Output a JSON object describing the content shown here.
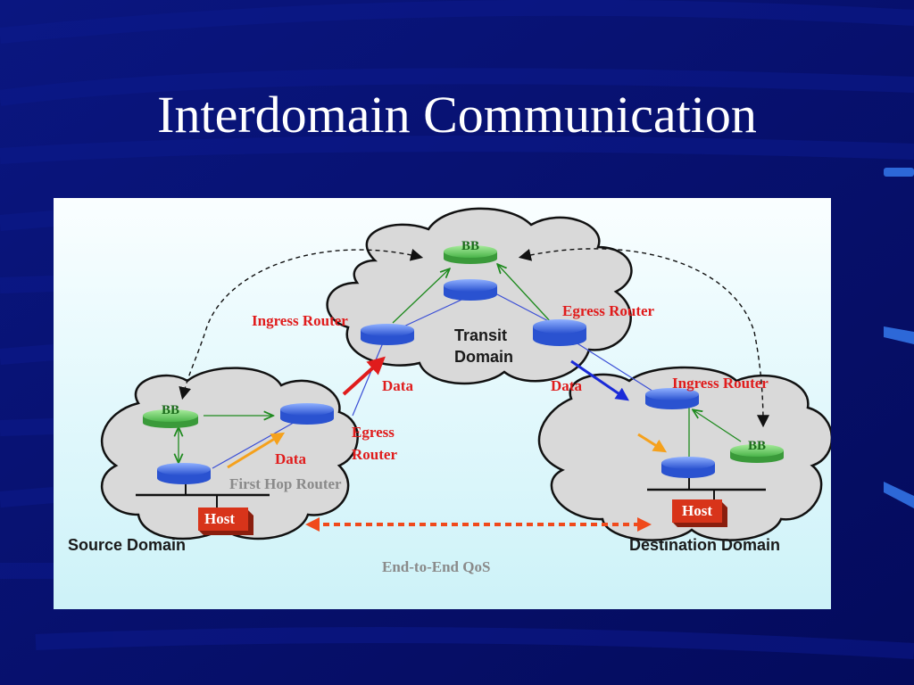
{
  "slide": {
    "title": "Interdomain Communication"
  },
  "colors": {
    "background": "#071070",
    "title_text": "#ffffff",
    "label_red": "#e01c1c",
    "router": "#4a78e8",
    "bandwidth_broker": "#6bd46b",
    "host": "#d8341a",
    "qos_line": "#f04a1c"
  },
  "diagram": {
    "clouds": {
      "transit": "Transit\nDomain",
      "transit_line1": "Transit",
      "transit_line2": "Domain",
      "source": "Source Domain",
      "destination": "Destination Domain"
    },
    "bandwidth_brokers": {
      "transit": "BB",
      "source": "BB",
      "destination": "BB"
    },
    "routers": {
      "transit_ingress": "Ingress Router",
      "transit_egress": "Egress Router",
      "source_egress_line1": "Egress",
      "source_egress_line2": "Router",
      "source_first_hop": "First Hop Router",
      "destination_ingress": "Ingress Router"
    },
    "hosts": {
      "source": "Host",
      "destination": "Host"
    },
    "data_labels": {
      "source": "Data",
      "to_transit": "Data",
      "to_destination": "Data"
    },
    "qos_label": "End-to-End QoS"
  }
}
